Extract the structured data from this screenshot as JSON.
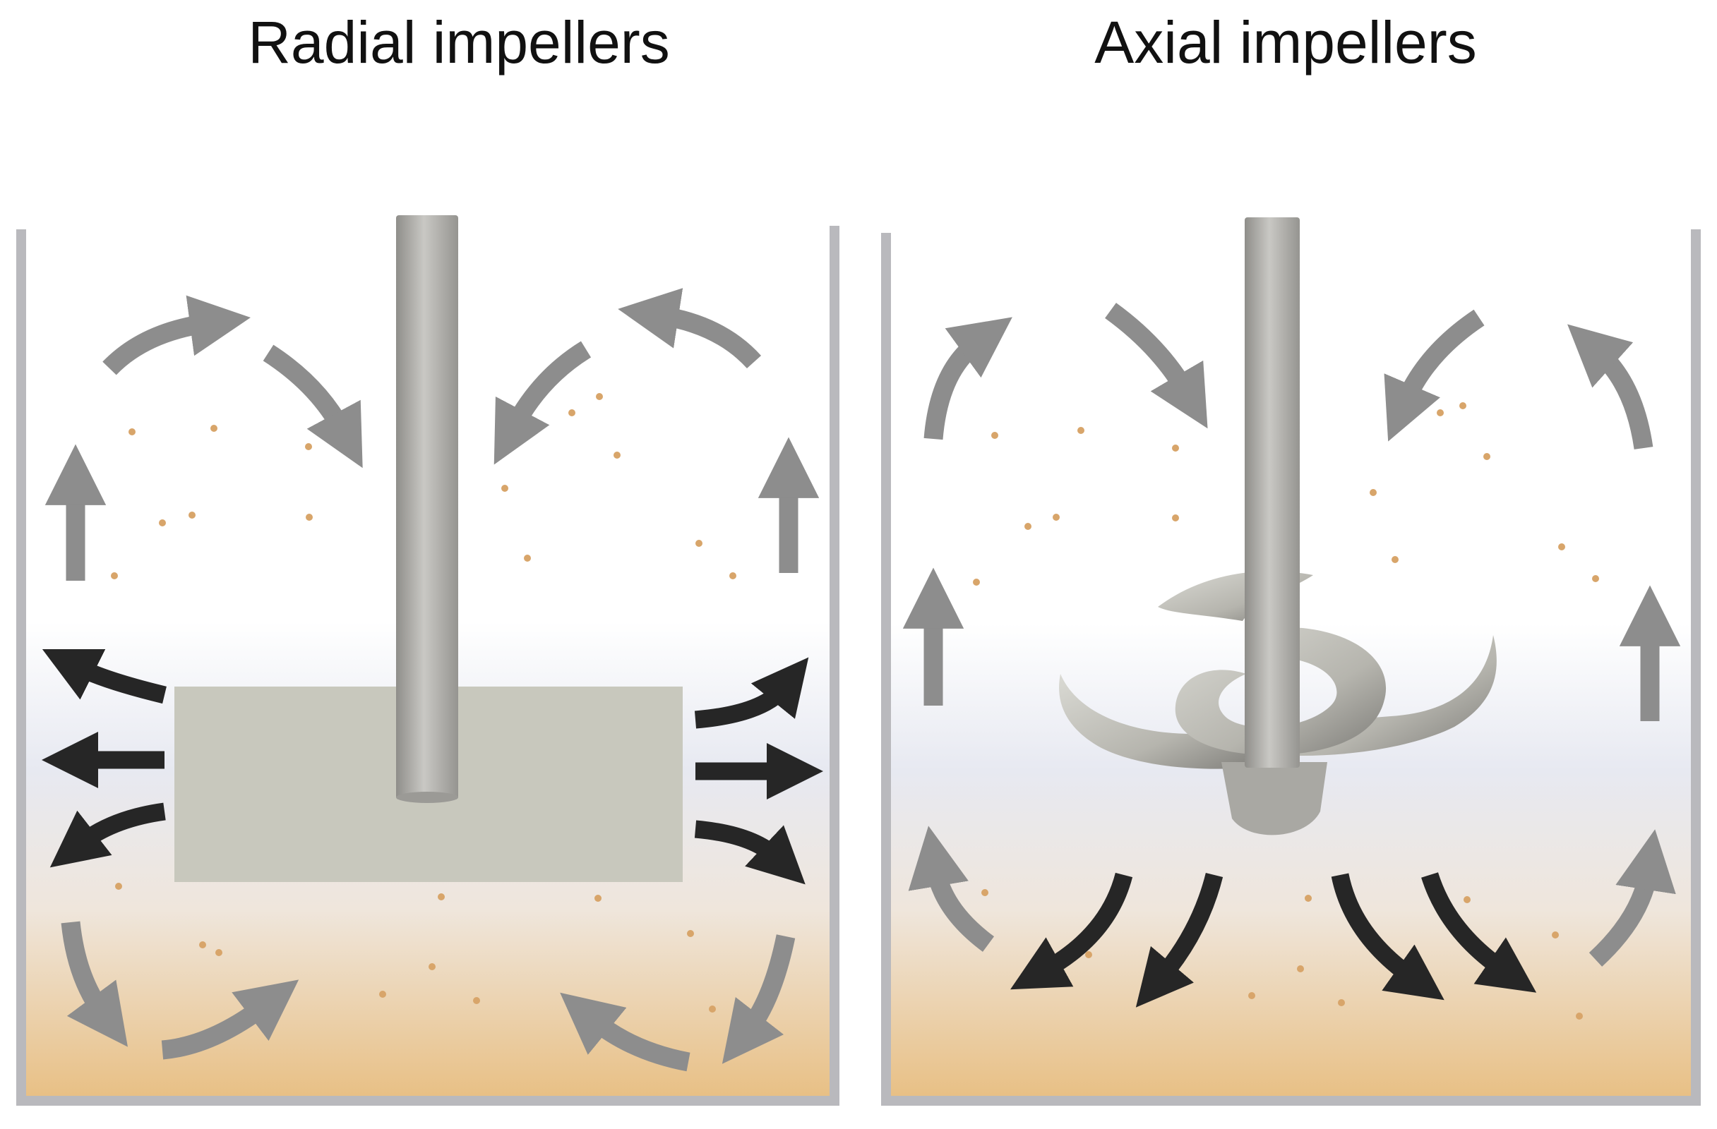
{
  "panels": [
    {
      "id": "radial",
      "title": "Radial impellers"
    },
    {
      "id": "axial",
      "title": "Axial impellers"
    }
  ],
  "colors": {
    "liquid_top": "#ffffff",
    "liquid_mid": "#e7e9f1",
    "liquid_bottom": "#e8bf83",
    "tank_wall": "#b9b9bd",
    "shaft": "#b1b0ac",
    "radial_impeller": "#c8c8bd",
    "axial_impeller": "#bcbbb5",
    "circulation_arrow": "#8d8d8d",
    "discharge_arrow": "#262626",
    "particle": "#d8a56a"
  }
}
